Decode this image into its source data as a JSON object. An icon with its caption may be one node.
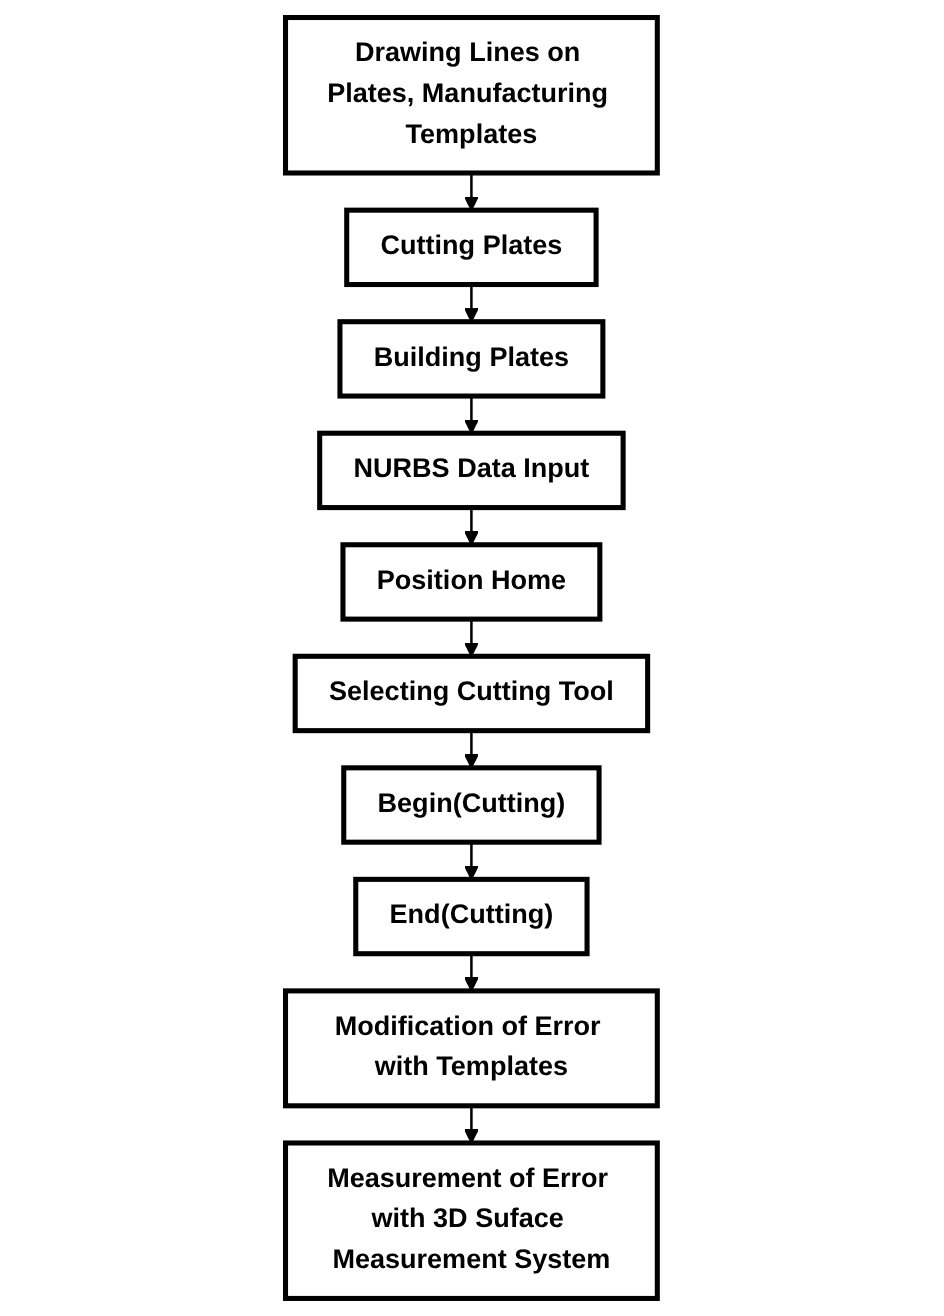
{
  "diagram": {
    "nodes": [
      {
        "text": [
          "Drawing Lines on Plates, Manufacturing Templates"
        ]
      },
      {
        "text": [
          "Cutting Plates"
        ]
      },
      {
        "text": [
          "Building Plates"
        ]
      },
      {
        "text": [
          "NURBS Data Input"
        ]
      },
      {
        "text": [
          "Position Home"
        ]
      },
      {
        "text": [
          "Selecting Cutting Tool"
        ]
      },
      {
        "text": [
          "Begin(Cutting)"
        ]
      },
      {
        "text": [
          "End(Cutting)"
        ]
      },
      {
        "text": [
          "Modification of Error with Templates"
        ]
      },
      {
        "text": [
          "Measurement of Error with 3D Suface Measurement System"
        ]
      }
    ],
    "edges": [
      {
        "from": 0,
        "to": 1,
        "arrow": "to"
      },
      {
        "from": 1,
        "to": 2,
        "arrow": "to"
      },
      {
        "from": 2,
        "to": 3,
        "arrow": "to"
      },
      {
        "from": 3,
        "to": 4,
        "arrow": "to"
      },
      {
        "from": 4,
        "to": 5,
        "arrow": "to"
      },
      {
        "from": 5,
        "to": 6,
        "arrow": "to"
      },
      {
        "from": 6,
        "to": 7,
        "arrow": "to"
      },
      {
        "from": 7,
        "to": 8,
        "arrow": "to"
      },
      {
        "from": 8,
        "to": 9,
        "arrow": "to"
      }
    ]
  }
}
